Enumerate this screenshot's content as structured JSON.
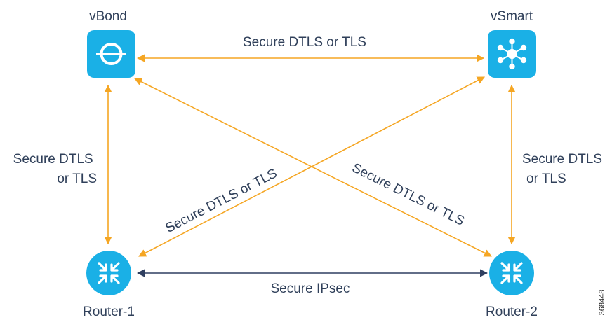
{
  "nodes": {
    "vbond": {
      "label": "vBond"
    },
    "vsmart": {
      "label": "vSmart"
    },
    "router1": {
      "label": "Router-1"
    },
    "router2": {
      "label": "Router-2"
    }
  },
  "links": {
    "vbond_vsmart": "Secure DTLS or TLS",
    "vbond_router1": [
      "Secure DTLS",
      "or TLS"
    ],
    "vsmart_router2": [
      "Secure DTLS",
      "or TLS"
    ],
    "router1_vsmart": "Secure DTLS or TLS",
    "vbond_router2": "Secure DTLS or TLS",
    "router1_router2": "Secure IPsec"
  },
  "figure_id": "368448",
  "colors": {
    "node_fill": "#1ab0e6",
    "control_link": "#f5a623",
    "data_link": "#2f3f60",
    "text": "#30405a"
  }
}
